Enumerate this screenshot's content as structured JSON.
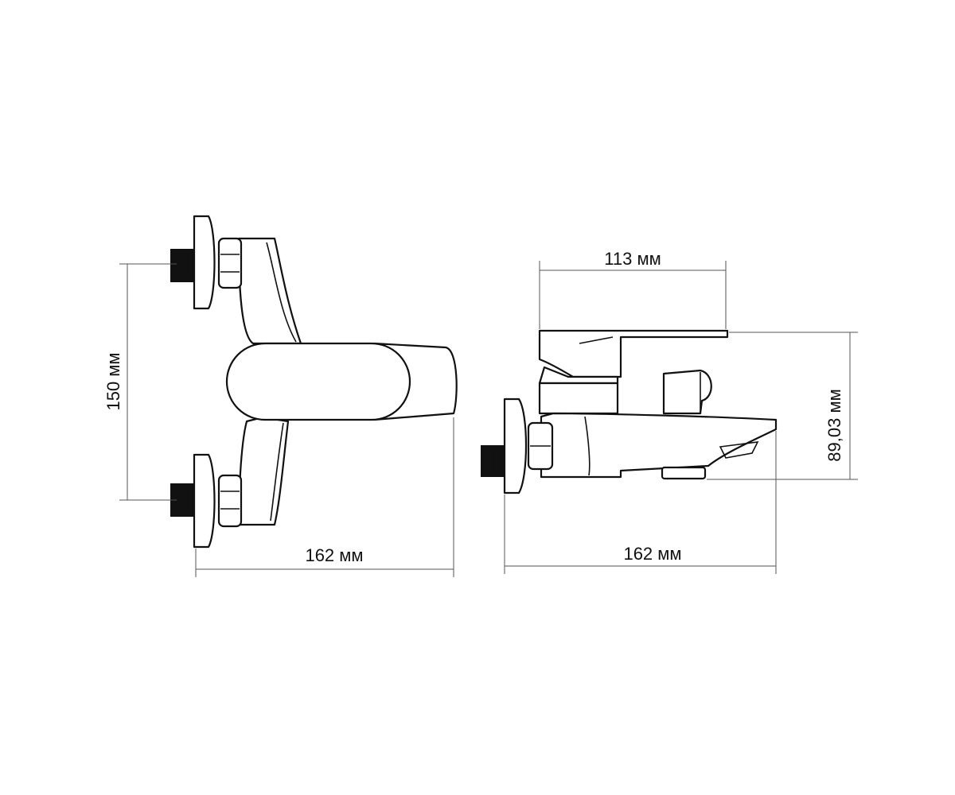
{
  "dimensions": {
    "front_height": "150 мм",
    "front_width": "162 мм",
    "side_depth_top": "113 мм",
    "side_height": "89,03 мм",
    "side_width": "162 мм"
  }
}
